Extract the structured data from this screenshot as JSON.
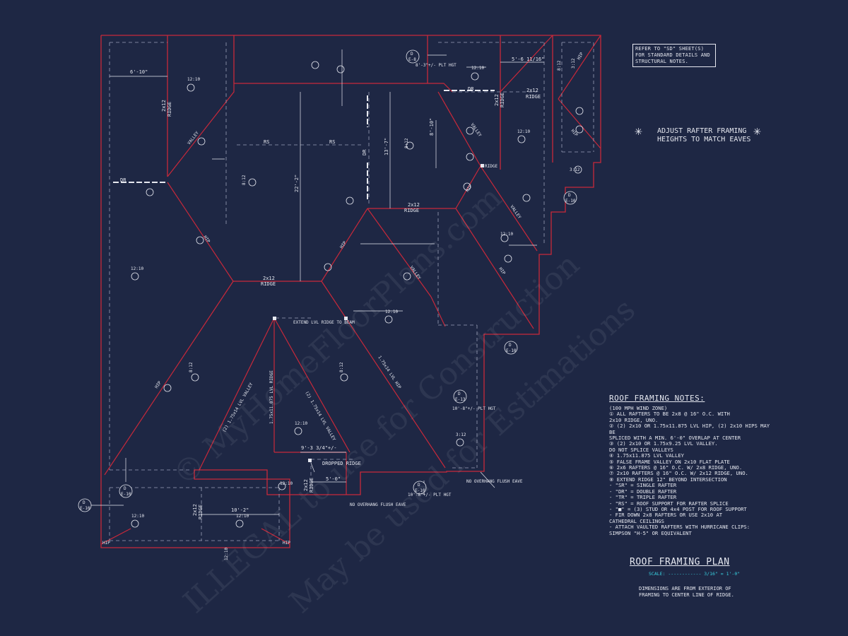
{
  "drawing": {
    "title": "ROOF FRAMING PLAN",
    "scale": "SCALE: ------------ 3/16\" = 1'-0\"",
    "footnote": "DIMENSIONS ARE FROM EXTERIOR OF FRAMING TO CENTER LINE OF RIDGE.",
    "reference_note": "REFER TO \"SD\" SHEET(S) FOR STANDARD DETAILS AND STRUCTURAL NOTES.",
    "adjust_note": "ADJUST RAFTER FRAMING HEIGHTS TO MATCH EAVES",
    "watermark_lines": [
      "© MyHomeFloorPlans.com",
      "ILLEGAL to use for Construction",
      "May be used for Estimations"
    ]
  },
  "notes": {
    "title": "ROOF FRAMING NOTES:",
    "items": [
      "(100 MPH WIND ZONE)",
      "① ALL RAFTERS TO BE 2x8 @ 16\" O.C. WITH",
      "   2x10 RIDGE, UNO.",
      "② (2) 2x10 OR 1.75x11.875 LVL HIP, (2) 2x10 HIPS MAY BE",
      "   SPLICED WITH A MIN. 6'-0\" OVERLAP AT CENTER",
      "③ (2) 2x10 OR 1.75x9.25 LVL VALLEY.",
      "   DO NOT SPLICE VALLEYS",
      "④ 1.75x11.875 LVL VALLEY",
      "⑤ FALSE FRAME VALLEY ON 2x10 FLAT PLATE",
      "⑥ 2x6 RAFTERS @ 16\" O.C. W/ 2x8 RIDGE, UNO.",
      "⑦ 2x10 RAFTERS @ 16\" O.C. W/ 2x12 RIDGE, UNO.",
      "⑧ EXTEND RIDGE 12\" BEYOND INTERSECTION",
      "- \"SR\" = SINGLE RAFTER",
      "- \"DR\" = DOUBLE RAFTER",
      "- \"TR\" = TRIPLE RAFTER",
      "- \"RS\" = ROOF SUPPORT FOR RAFTER SPLICE",
      "- \"■\" = (3) STUD OR 4x4 POST FOR ROOF SUPPORT",
      "- FIR DOWN 2x8 RAFTERS OR USE 2x10 AT",
      "  CATHEDRAL CEILINGS",
      "- ATTACH VAULTED RAFTERS WITH HURRICANE CLIPS:",
      "  SIMPSON \"H-5\" OR EQUIVALENT"
    ]
  },
  "plan_labels": {
    "dims": [
      "6'-10\"",
      "5'-6 11/16\"",
      "8'-10\"",
      "13'-7\"",
      "22'-2\"",
      "9'-3 3/4\"+/-",
      "5'-0\"",
      "10'-2\""
    ],
    "ridge": "RIDGE",
    "ridge_2x12": "2x12",
    "ridge_2x12_left": "2x12",
    "valley": "VALLEY",
    "hip": "HIP",
    "dr": "DR",
    "rs": "RS",
    "pitch_12_10": "12:10",
    "pitch_8_12": "8:12",
    "pitch_3_12": "3:12",
    "extend_lvl": "EXTEND LVL RIDGE TO BEAM",
    "dropped_ridge": "DROPPED RIDGE",
    "no_overhang": "NO OVERHANG FLUSH EAVE",
    "plt_hgt_1": "8'-3\"+/- PLT HGT",
    "plt_hgt_2": "10'-8\"+/- PLT HGT",
    "plt_hgt_3": "10'-8\"+/- PLT HGT",
    "lvl_valley": "(2) 1.75x14 LVL VALLEY",
    "lvl_ridge": "1.75x11.875 LVL RIDGE",
    "lvl_hip": "1.75x14 LVL HIP",
    "detail_d": "D",
    "detail_sheet": "E-10",
    "detail_sheet_b": "E-8",
    "detail_sheet_c": "E-13"
  }
}
